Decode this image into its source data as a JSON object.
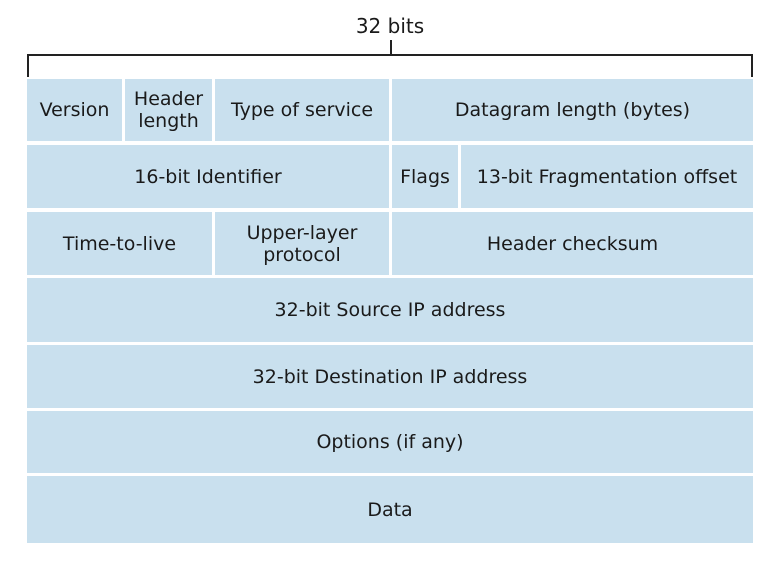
{
  "width_label": "32 bits",
  "rows": [
    [
      "Version",
      "Header\nlength",
      "Type of service",
      "Datagram length (bytes)"
    ],
    [
      "16-bit Identifier",
      "Flags",
      "13-bit Fragmentation offset"
    ],
    [
      "Time-to-live",
      "Upper-layer\nprotocol",
      "Header checksum"
    ],
    [
      "32-bit Source IP address"
    ],
    [
      "32-bit Destination IP address"
    ],
    [
      "Options (if any)"
    ],
    [
      "Data"
    ]
  ],
  "colors": {
    "field_fill": "#c9e0ee",
    "line": "#222222"
  }
}
